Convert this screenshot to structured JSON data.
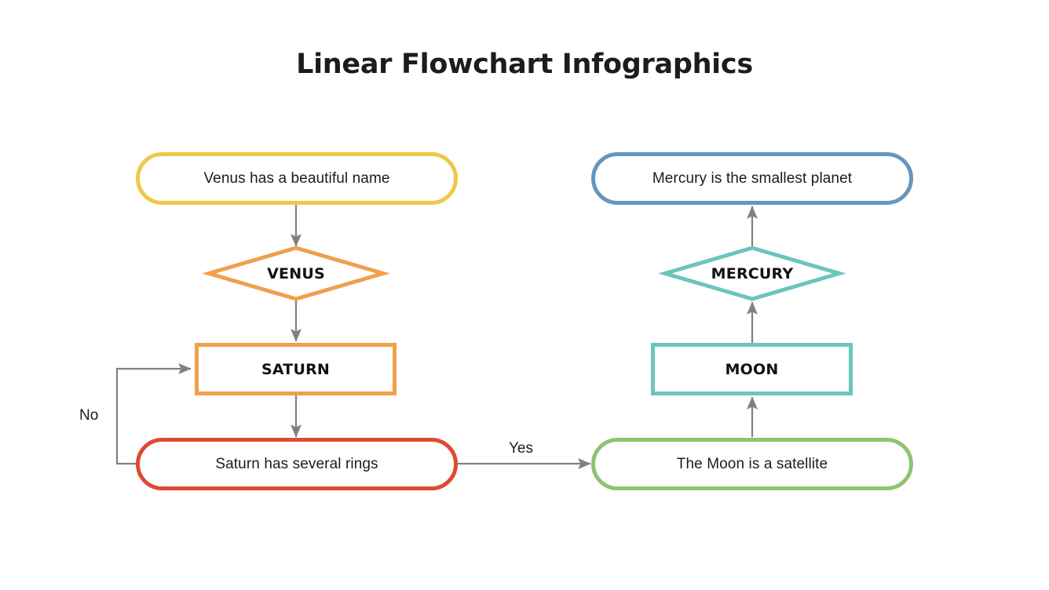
{
  "slide": {
    "title": "Linear Flowchart Infographics",
    "background": "#ffffff"
  },
  "colors": {
    "yellow": "#EFC84A",
    "orange": "#F0A04B",
    "red": "#DD4B33",
    "blue": "#6497BF",
    "teal": "#6BC5BE",
    "green": "#8DC56C",
    "connector": "#808080",
    "text": "#1c1c1c"
  },
  "nodes": {
    "venus_start": {
      "label": "Venus has a beautiful name",
      "shape": "pill",
      "color": "#EFC84A"
    },
    "venus_decision": {
      "label": "VENUS",
      "shape": "diamond",
      "color": "#F0A04B"
    },
    "saturn_process": {
      "label": "SATURN",
      "shape": "rect",
      "color": "#F0A04B"
    },
    "saturn_state": {
      "label": "Saturn has several rings",
      "shape": "pill",
      "color": "#DD4B33"
    },
    "moon_state": {
      "label": "The Moon is a satellite",
      "shape": "pill",
      "color": "#8DC56C"
    },
    "moon_process": {
      "label": "MOON",
      "shape": "rect",
      "color": "#6BC5BE"
    },
    "mercury_decision": {
      "label": "MERCURY",
      "shape": "diamond",
      "color": "#6BC5BE"
    },
    "mercury_end": {
      "label": "Mercury is the smallest planet",
      "shape": "pill",
      "color": "#6497BF"
    }
  },
  "edge_labels": {
    "no": "No",
    "yes": "Yes"
  }
}
